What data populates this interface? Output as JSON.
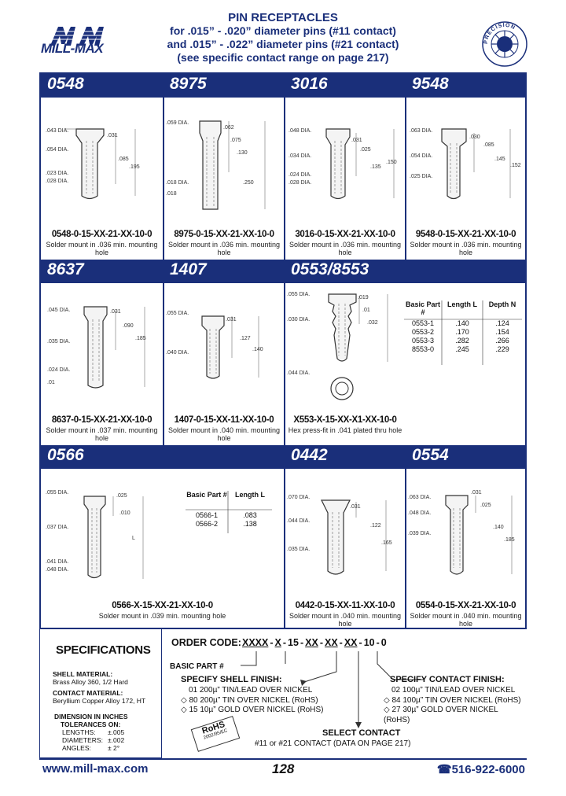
{
  "header": {
    "logo_text": "MILL-MAX",
    "title_lines": [
      "PIN RECEPTACLES",
      "for .015” - .020” diameter pins (#11 contact)",
      "and .015” - .022” diameter pins (#21 contact)",
      "(see specific contact range on page 217)"
    ],
    "seal_text": "PRECISION"
  },
  "rows": [
    {
      "parts": [
        {
          "number": "0548",
          "part_no": "0548-0-15-XX-21-XX-10-0",
          "note": "Solder mount in .036 min. mounting hole"
        },
        {
          "number": "8975",
          "part_no": "8975-0-15-XX-21-XX-10-0",
          "note": "Solder mount in .036 min. mounting hole"
        },
        {
          "number": "3016",
          "part_no": "3016-0-15-XX-21-XX-10-0",
          "note": "Solder mount in .036 min. mounting hole"
        },
        {
          "number": "9548",
          "part_no": "9548-0-15-XX-21-XX-10-0",
          "note": "Solder mount in .036 min. mounting hole"
        }
      ]
    },
    {
      "parts": [
        {
          "number": "8637",
          "part_no": "8637-0-15-XX-21-XX-10-0",
          "note": "Solder mount in .037 min. mounting hole"
        },
        {
          "number": "1407",
          "part_no": "1407-0-15-XX-11-XX-10-0",
          "note": "Solder mount in .040 min. mounting hole"
        },
        {
          "number": "0553/8553",
          "part_no": "X553-X-15-XX-X1-XX-10-0",
          "note": "Hex press-fit in .041 plated thru hole"
        }
      ]
    },
    {
      "parts": [
        {
          "number": "0566",
          "part_no": "0566-X-15-XX-21-XX-10-0",
          "note": "Solder mount in .039 min. mounting hole"
        },
        {
          "number": "0442",
          "part_no": "0442-0-15-XX-11-XX-10-0",
          "note": "Solder mount in .040 min. mounting hole"
        },
        {
          "number": "0554",
          "part_no": "0554-0-15-XX-21-XX-10-0",
          "note": "Solder mount in .040 min. mounting hole"
        }
      ]
    }
  ],
  "table_0553": {
    "headers": [
      "Basic Part #",
      "Length L",
      "Depth N"
    ],
    "rows": [
      [
        "0553-1",
        ".140",
        ".124"
      ],
      [
        "0553-2",
        ".170",
        ".154"
      ],
      [
        "0553-3",
        ".282",
        ".266"
      ],
      [
        "8553-0",
        ".245",
        ".229"
      ]
    ]
  },
  "table_0566": {
    "headers": [
      "Basic Part #",
      "Length L"
    ],
    "rows": [
      [
        "0566-1",
        ".083"
      ],
      [
        "0566-2",
        ".138"
      ]
    ]
  },
  "specifications": {
    "title": "SPECIFICATIONS",
    "shell_label": "SHELL MATERIAL:",
    "shell_value": "Brass Alloy 360, 1/2 Hard",
    "contact_label": "CONTACT MATERIAL:",
    "contact_value": "Beryllium Copper Alloy 172, HT",
    "dim_label": "DIMENSION IN INCHES",
    "tol_label": "TOLERANCES ON:",
    "tolerances": [
      [
        "LENGTHS:",
        "±.005"
      ],
      [
        "DIAMETERS:",
        "±.002"
      ],
      [
        "ANGLES:",
        "± 2°"
      ]
    ]
  },
  "order": {
    "label": "ORDER CODE:",
    "code_parts": [
      "XXXX",
      "-",
      "X",
      "-",
      "15",
      "-",
      "XX",
      "-",
      "XX",
      "-",
      "XX",
      "-",
      "10",
      "-",
      "0"
    ],
    "basic_part": "BASIC PART #",
    "shell_finish_title": "SPECIFY SHELL FINISH:",
    "shell_finishes": [
      "01 200µ” TIN/LEAD OVER NICKEL",
      "◇ 80 200µ” TIN OVER NICKEL (RoHS)",
      "◇ 15 10µ” GOLD OVER NICKEL (RoHS)"
    ],
    "contact_finish_title": "SPECIFY CONTACT FINISH:",
    "contact_finishes": [
      "02 100µ” TIN/LEAD OVER NICKEL",
      "◇ 84 100µ” TIN OVER NICKEL (RoHS)",
      "◇ 27 30µ” GOLD OVER NICKEL (RoHS)"
    ],
    "select_contact": "SELECT CONTACT",
    "contact_options": "#11 or #21  CONTACT (DATA ON PAGE 217)",
    "rohs_label": "RoHS",
    "rohs_sub": "2002/95/EC"
  },
  "footer": {
    "url": "www.mill-max.com",
    "page": "128",
    "phone": "☎516-922-6000"
  }
}
